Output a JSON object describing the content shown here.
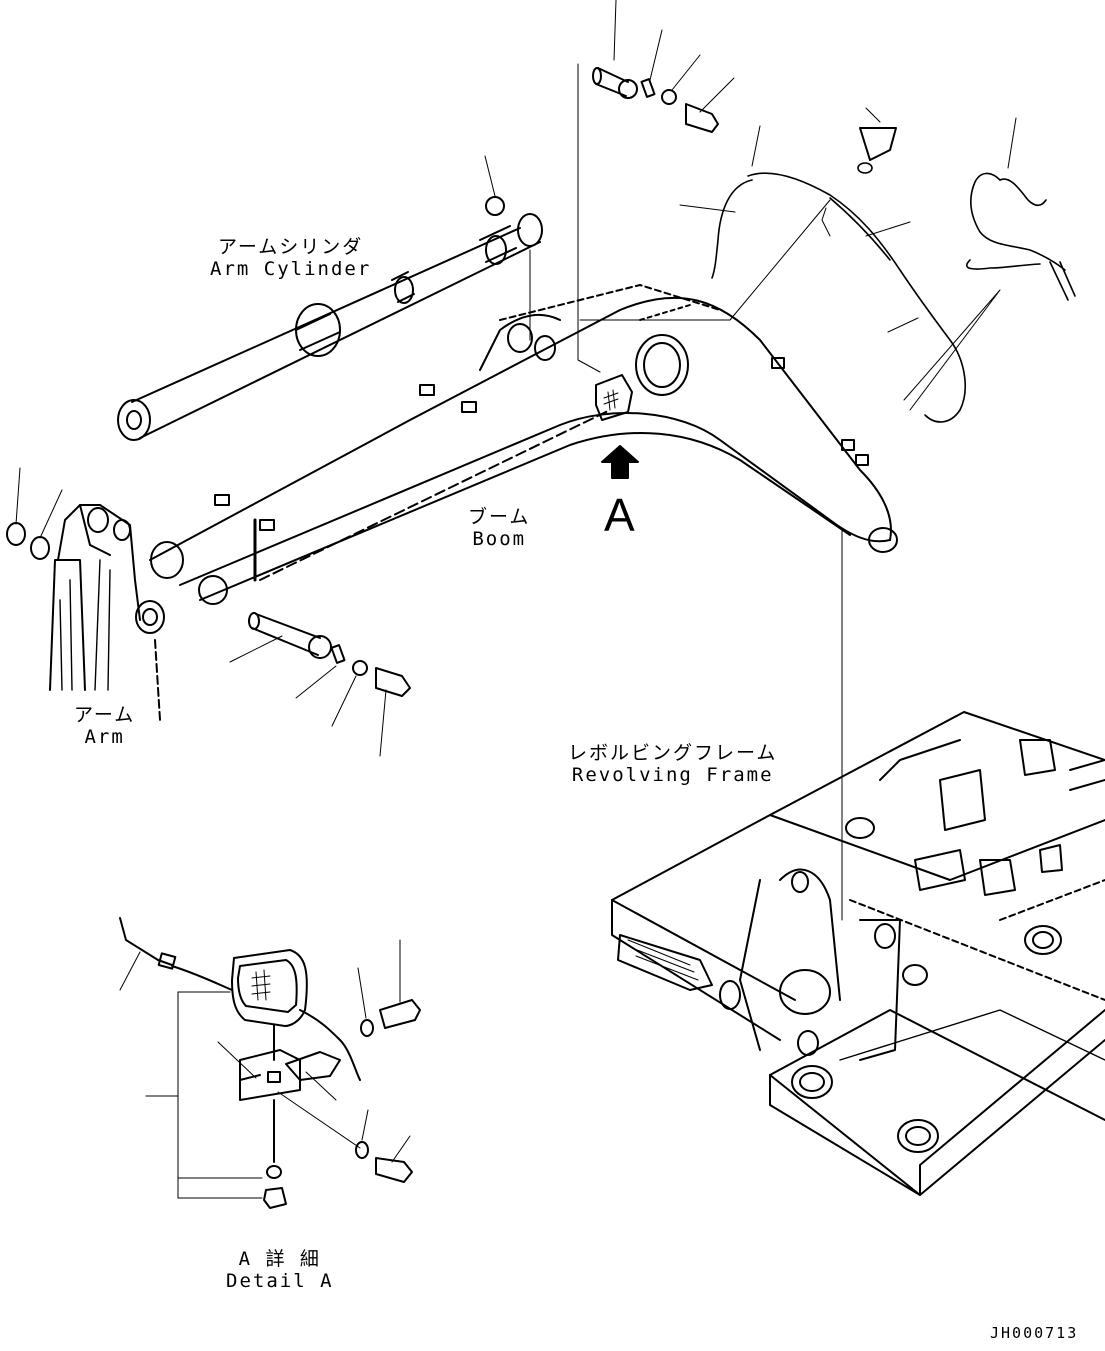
{
  "labels": {
    "arm_cylinder": {
      "ja": "アームシリンダ",
      "en": "Arm Cylinder"
    },
    "boom": {
      "ja": "ブーム",
      "en": "Boom"
    },
    "arm": {
      "ja": "アーム",
      "en": "Arm"
    },
    "revolving_frame": {
      "ja": "レボルビングフレーム",
      "en": "Revolving Frame"
    },
    "detail_a": {
      "ja": "A 詳 細",
      "en": "Detail A"
    },
    "view_marker": "A"
  },
  "drawing_code": "JH000713"
}
